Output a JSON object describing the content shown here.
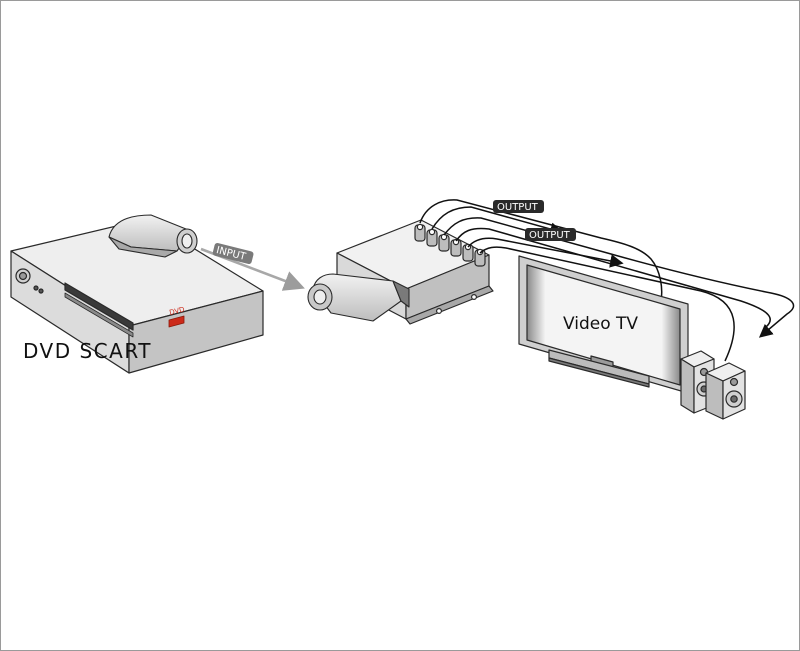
{
  "labels": {
    "dvd_caption": "DVD SCART",
    "tv_caption": "Video TV",
    "input_tag": "INPUT",
    "output_tag_1": "OUTPUT",
    "output_tag_2": "OUTPUT",
    "dvd_logo": "DVD"
  },
  "colors": {
    "outline": "#2a2a2a",
    "device_top": "#eeeeee",
    "device_front": "#dcdcdc",
    "device_side": "#bdbdbd",
    "slot": "#3a3a3a",
    "tag_input": "#7a7a7a",
    "tag_output": "#2a2a2a",
    "input_arrow": "#a8a8a8",
    "cable": "#111111",
    "dvd_logo": "#cc2a1a"
  }
}
